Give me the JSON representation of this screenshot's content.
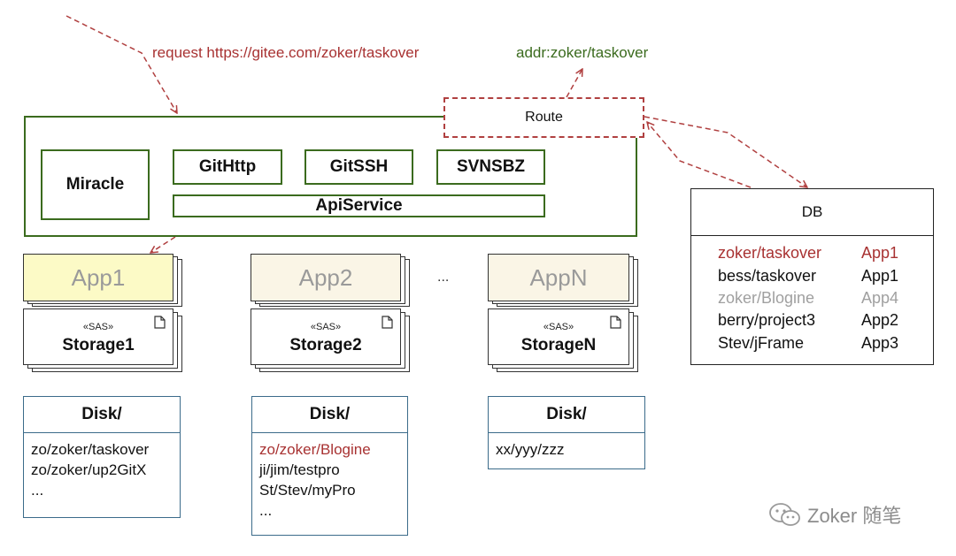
{
  "request_label": "request https://gitee.com/zoker/taskover",
  "addr_label": "addr:zoker/taskover",
  "route_label": "Route",
  "services": {
    "miracle": "Miracle",
    "githttp": "GitHttp",
    "gitssh": "GitSSH",
    "svnsbz": "SVNSBZ",
    "apiservice": "ApiService"
  },
  "apps": [
    {
      "name": "App1",
      "storage_stereotype": "«SAS»",
      "storage": "Storage1",
      "disk_title": "Disk/",
      "disk_items": [
        "zo/zoker/taskover",
        "zo/zoker/up2GitX",
        "..."
      ]
    },
    {
      "name": "App2",
      "storage_stereotype": "«SAS»",
      "storage": "Storage2",
      "disk_title": "Disk/",
      "disk_items": [
        "zo/zoker/Blogine",
        "ji/jim/testpro",
        "St/Stev/myPro",
        "..."
      ]
    },
    {
      "name": "AppN",
      "storage_stereotype": "«SAS»",
      "storage": "StorageN",
      "disk_title": "Disk/",
      "disk_items": [
        "xx/yyy/zzz"
      ]
    }
  ],
  "ellipsis": "...",
  "db": {
    "title": "DB",
    "rows": [
      {
        "repo": "zoker/taskover",
        "app": "App1",
        "style": "highlight"
      },
      {
        "repo": "bess/taskover",
        "app": "App1",
        "style": "normal"
      },
      {
        "repo": "zoker/Blogine",
        "app": "App4",
        "style": "muted"
      },
      {
        "repo": "berry/project3",
        "app": "App2",
        "style": "normal"
      },
      {
        "repo": "Stev/jFrame",
        "app": "App3",
        "style": "normal"
      }
    ]
  },
  "watermark": "Zoker 随笔",
  "colors": {
    "green": "#3b6b1e",
    "red": "#a83232",
    "arrow_red": "#b04040",
    "muted": "#a0a0a0",
    "app1_fill": "#fcfac6",
    "app_fill": "#faf5e6",
    "disk_border": "#3b6b8a"
  }
}
